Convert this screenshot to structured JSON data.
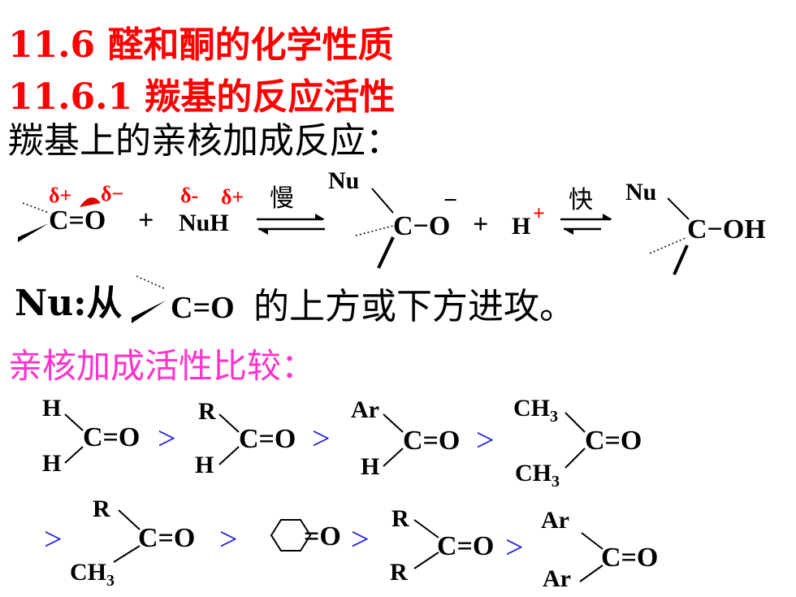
{
  "headings": {
    "h1": "11.6  醛和酮的化学性质",
    "h2": "11.6.1 羰基的反应活性",
    "subtitle": "羰基上的亲核加成反应："
  },
  "reaction": {
    "delta_plus": "δ+",
    "delta_minus": "δ−",
    "delta_minus_nu": "δ-",
    "delta_plus_h": "δ+",
    "carbonyl": "C=O",
    "plus": "+",
    "reagent": "NuH",
    "slow": "慢",
    "nu_top": "Nu",
    "intermediate": "C−O",
    "minus_sign": "−",
    "proton": "H",
    "proton_charge": "+",
    "fast": "快",
    "nu_top2": "Nu",
    "product": "C−OH"
  },
  "attack_note": {
    "prefix": "Nu:从",
    "carbonyl": "C=O",
    "suffix": "的上方或下方进攻。"
  },
  "comparison": {
    "heading": "亲核加成活性比较：",
    "gt": ">",
    "co": "C=O",
    "eq_o": "=O",
    "m1": {
      "top": "H",
      "bottom": "H"
    },
    "m2": {
      "top": "R",
      "bottom": "H"
    },
    "m3": {
      "top": "Ar",
      "bottom": "H"
    },
    "m4": {
      "top": "CH",
      "bottom": "CH",
      "sub": "3"
    },
    "m5": {
      "top": "R",
      "bottom": "CH",
      "sub": "3"
    },
    "m7": {
      "top": "R",
      "bottom": "R"
    },
    "m8": {
      "top": "Ar",
      "bottom": "Ar"
    }
  }
}
